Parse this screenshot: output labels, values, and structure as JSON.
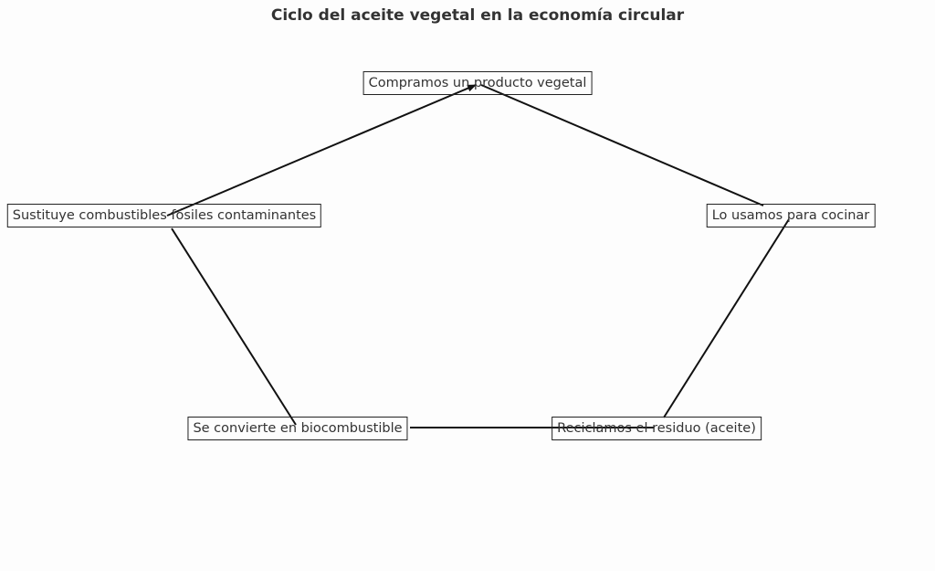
{
  "title": "Ciclo del aceite vegetal en la economía circular",
  "nodes": [
    {
      "id": "n0",
      "label": "Compramos un producto vegetal"
    },
    {
      "id": "n1",
      "label": "Lo usamos para cocinar"
    },
    {
      "id": "n2",
      "label": "Reciclamos el residuo (aceite)"
    },
    {
      "id": "n3",
      "label": "Se convierte en biocombustible"
    },
    {
      "id": "n4",
      "label": "Sustituye combustibles fósiles contaminantes"
    }
  ],
  "edges": [
    {
      "from": "n0",
      "to": "n1"
    },
    {
      "from": "n1",
      "to": "n2"
    },
    {
      "from": "n2",
      "to": "n3"
    },
    {
      "from": "n3",
      "to": "n4"
    },
    {
      "from": "n4",
      "to": "n0"
    }
  ],
  "colors": {
    "edge": "#111111",
    "box_border": "#222222",
    "text": "#333333",
    "background": "#fdfdfd"
  }
}
